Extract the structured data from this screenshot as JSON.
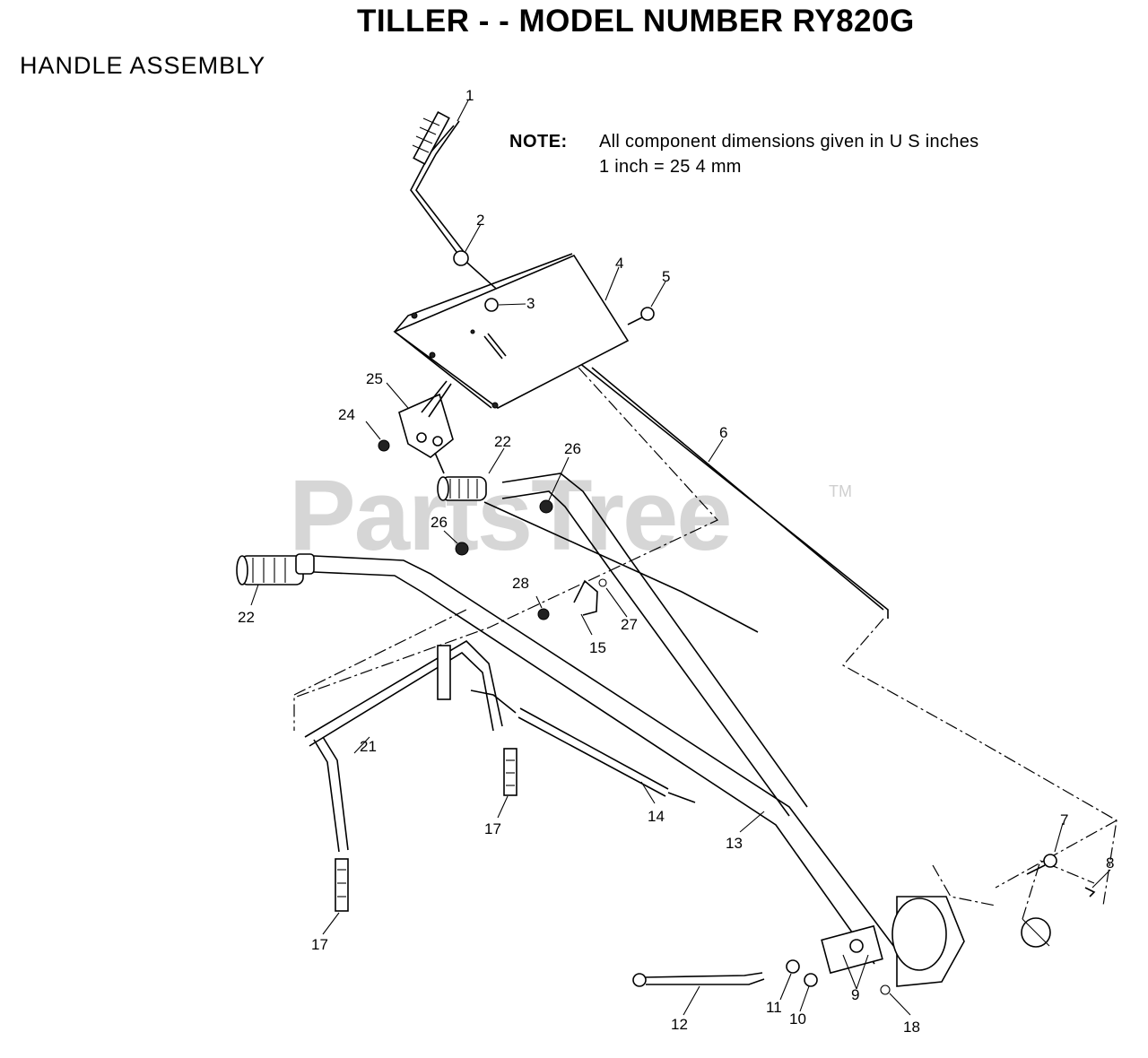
{
  "page": {
    "title": "TILLER - - MODEL NUMBER RY820G",
    "section": "HANDLE ASSEMBLY"
  },
  "note": {
    "label": "NOTE:",
    "line1": "All component dimensions given in U S  inches",
    "line2": "1 inch = 25 4 mm"
  },
  "watermark": {
    "text": "PartsTree",
    "trademark": "TM"
  },
  "callouts": [
    {
      "id": "c1",
      "label": "1"
    },
    {
      "id": "c2",
      "label": "2"
    },
    {
      "id": "c3",
      "label": "3"
    },
    {
      "id": "c4",
      "label": "4"
    },
    {
      "id": "c5",
      "label": "5"
    },
    {
      "id": "c6",
      "label": "6"
    },
    {
      "id": "c7",
      "label": "7"
    },
    {
      "id": "c8",
      "label": "8"
    },
    {
      "id": "c9",
      "label": "9"
    },
    {
      "id": "c10",
      "label": "10"
    },
    {
      "id": "c11",
      "label": "11"
    },
    {
      "id": "c12",
      "label": "12"
    },
    {
      "id": "c13",
      "label": "13"
    },
    {
      "id": "c14",
      "label": "14"
    },
    {
      "id": "c15",
      "label": "15"
    },
    {
      "id": "c17a",
      "label": "17"
    },
    {
      "id": "c17b",
      "label": "17"
    },
    {
      "id": "c18",
      "label": "18"
    },
    {
      "id": "c21",
      "label": "21"
    },
    {
      "id": "c22a",
      "label": "22"
    },
    {
      "id": "c22b",
      "label": "22"
    },
    {
      "id": "c24",
      "label": "24"
    },
    {
      "id": "c25",
      "label": "25"
    },
    {
      "id": "c26a",
      "label": "26"
    },
    {
      "id": "c26b",
      "label": "26"
    },
    {
      "id": "c27",
      "label": "27"
    },
    {
      "id": "c28",
      "label": "28"
    }
  ]
}
